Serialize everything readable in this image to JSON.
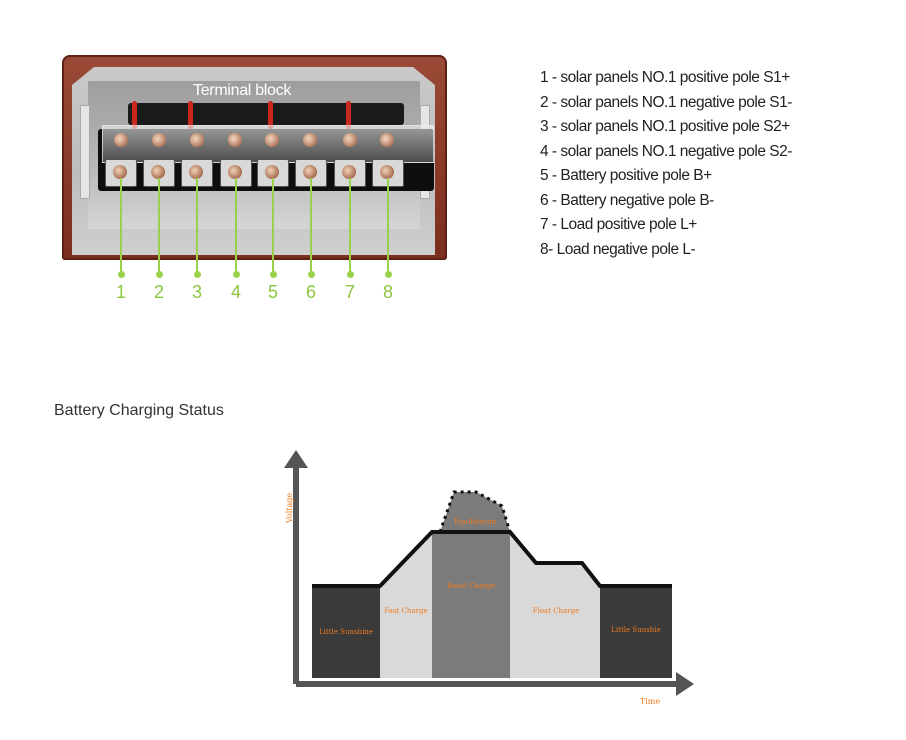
{
  "photo": {
    "caption": "Terminal block",
    "terminal_numbers": [
      "1",
      "2",
      "3",
      "4",
      "5",
      "6",
      "7",
      "8"
    ],
    "callout_color": "#8cc63f"
  },
  "legend": {
    "items": [
      "1 - solar panels NO.1 positive pole S1+",
      "2 - solar panels NO.1 negative pole S1-",
      "3 - solar panels NO.1 positive pole S2+",
      "4 - solar panels NO.1 negative pole S2-",
      "5 - Battery positive pole B+",
      "6 - Battery negative pole B-",
      "7 - Load positive pole L+",
      "8- Load negative pole L-"
    ]
  },
  "section": {
    "title": "Battery Charging Status"
  },
  "charging_diagram": {
    "y_axis_label": "Voltage",
    "x_axis_label": "Time",
    "label_color": "#f07a1e",
    "stages": [
      {
        "label": "Little Sunshine",
        "fill": "#3a3a3a"
      },
      {
        "label": "Fast Charge",
        "fill": "#d9d9d9"
      },
      {
        "label": "Boost Charge",
        "fill": "#7b7b7b"
      },
      {
        "label": "Equilibrium",
        "fill": "#7b7b7b"
      },
      {
        "label": "Float Charge",
        "fill": "#d9d9d9"
      },
      {
        "label": "Little Sunshie",
        "fill": "#3a3a3a"
      }
    ]
  }
}
